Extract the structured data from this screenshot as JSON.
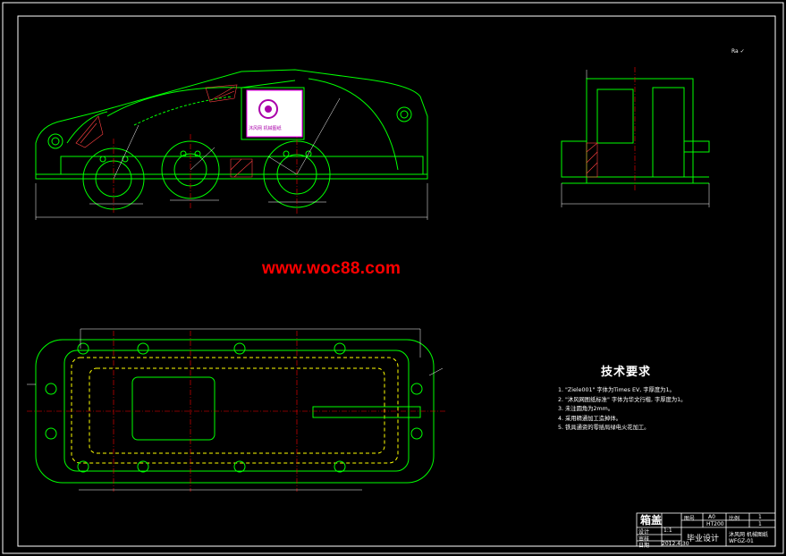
{
  "watermark": "www.woc88.com",
  "scale_mark": "Ra ✓",
  "stamp": {
    "text": "沐风网 机械图纸"
  },
  "tech_requirements": {
    "title": "技术要求",
    "items": [
      "1. \"Ziele001\" 字体为Times EV, 字厚度为1。",
      "2. \"沐风网图纸标准\" 字体为华文行楷, 字厚度为1。",
      "3. 未注圆角为2mm。",
      "4. 采用精通加工造掉体。",
      "5. 铁具通资的零插局绿电火花加工。"
    ]
  },
  "title_block": {
    "part_name": "箱盖",
    "design_label": "毕业设计",
    "row_labels": [
      "设计",
      "审核",
      "日期"
    ],
    "col_headers": [
      "图号",
      "A0",
      "比例",
      "1"
    ],
    "material": "HT200",
    "count": "1:1",
    "scale_value": "1",
    "date": "2012.4.30",
    "school": "沐风网 机械图纸",
    "drawing_no": "WFGZ-01"
  },
  "colors": {
    "outline": "#00ff00",
    "center": "#ff0000",
    "dim": "#ffffff",
    "hidden": "#ffff00",
    "hatch": "#ff4040",
    "stamp": "#ff00ff"
  }
}
